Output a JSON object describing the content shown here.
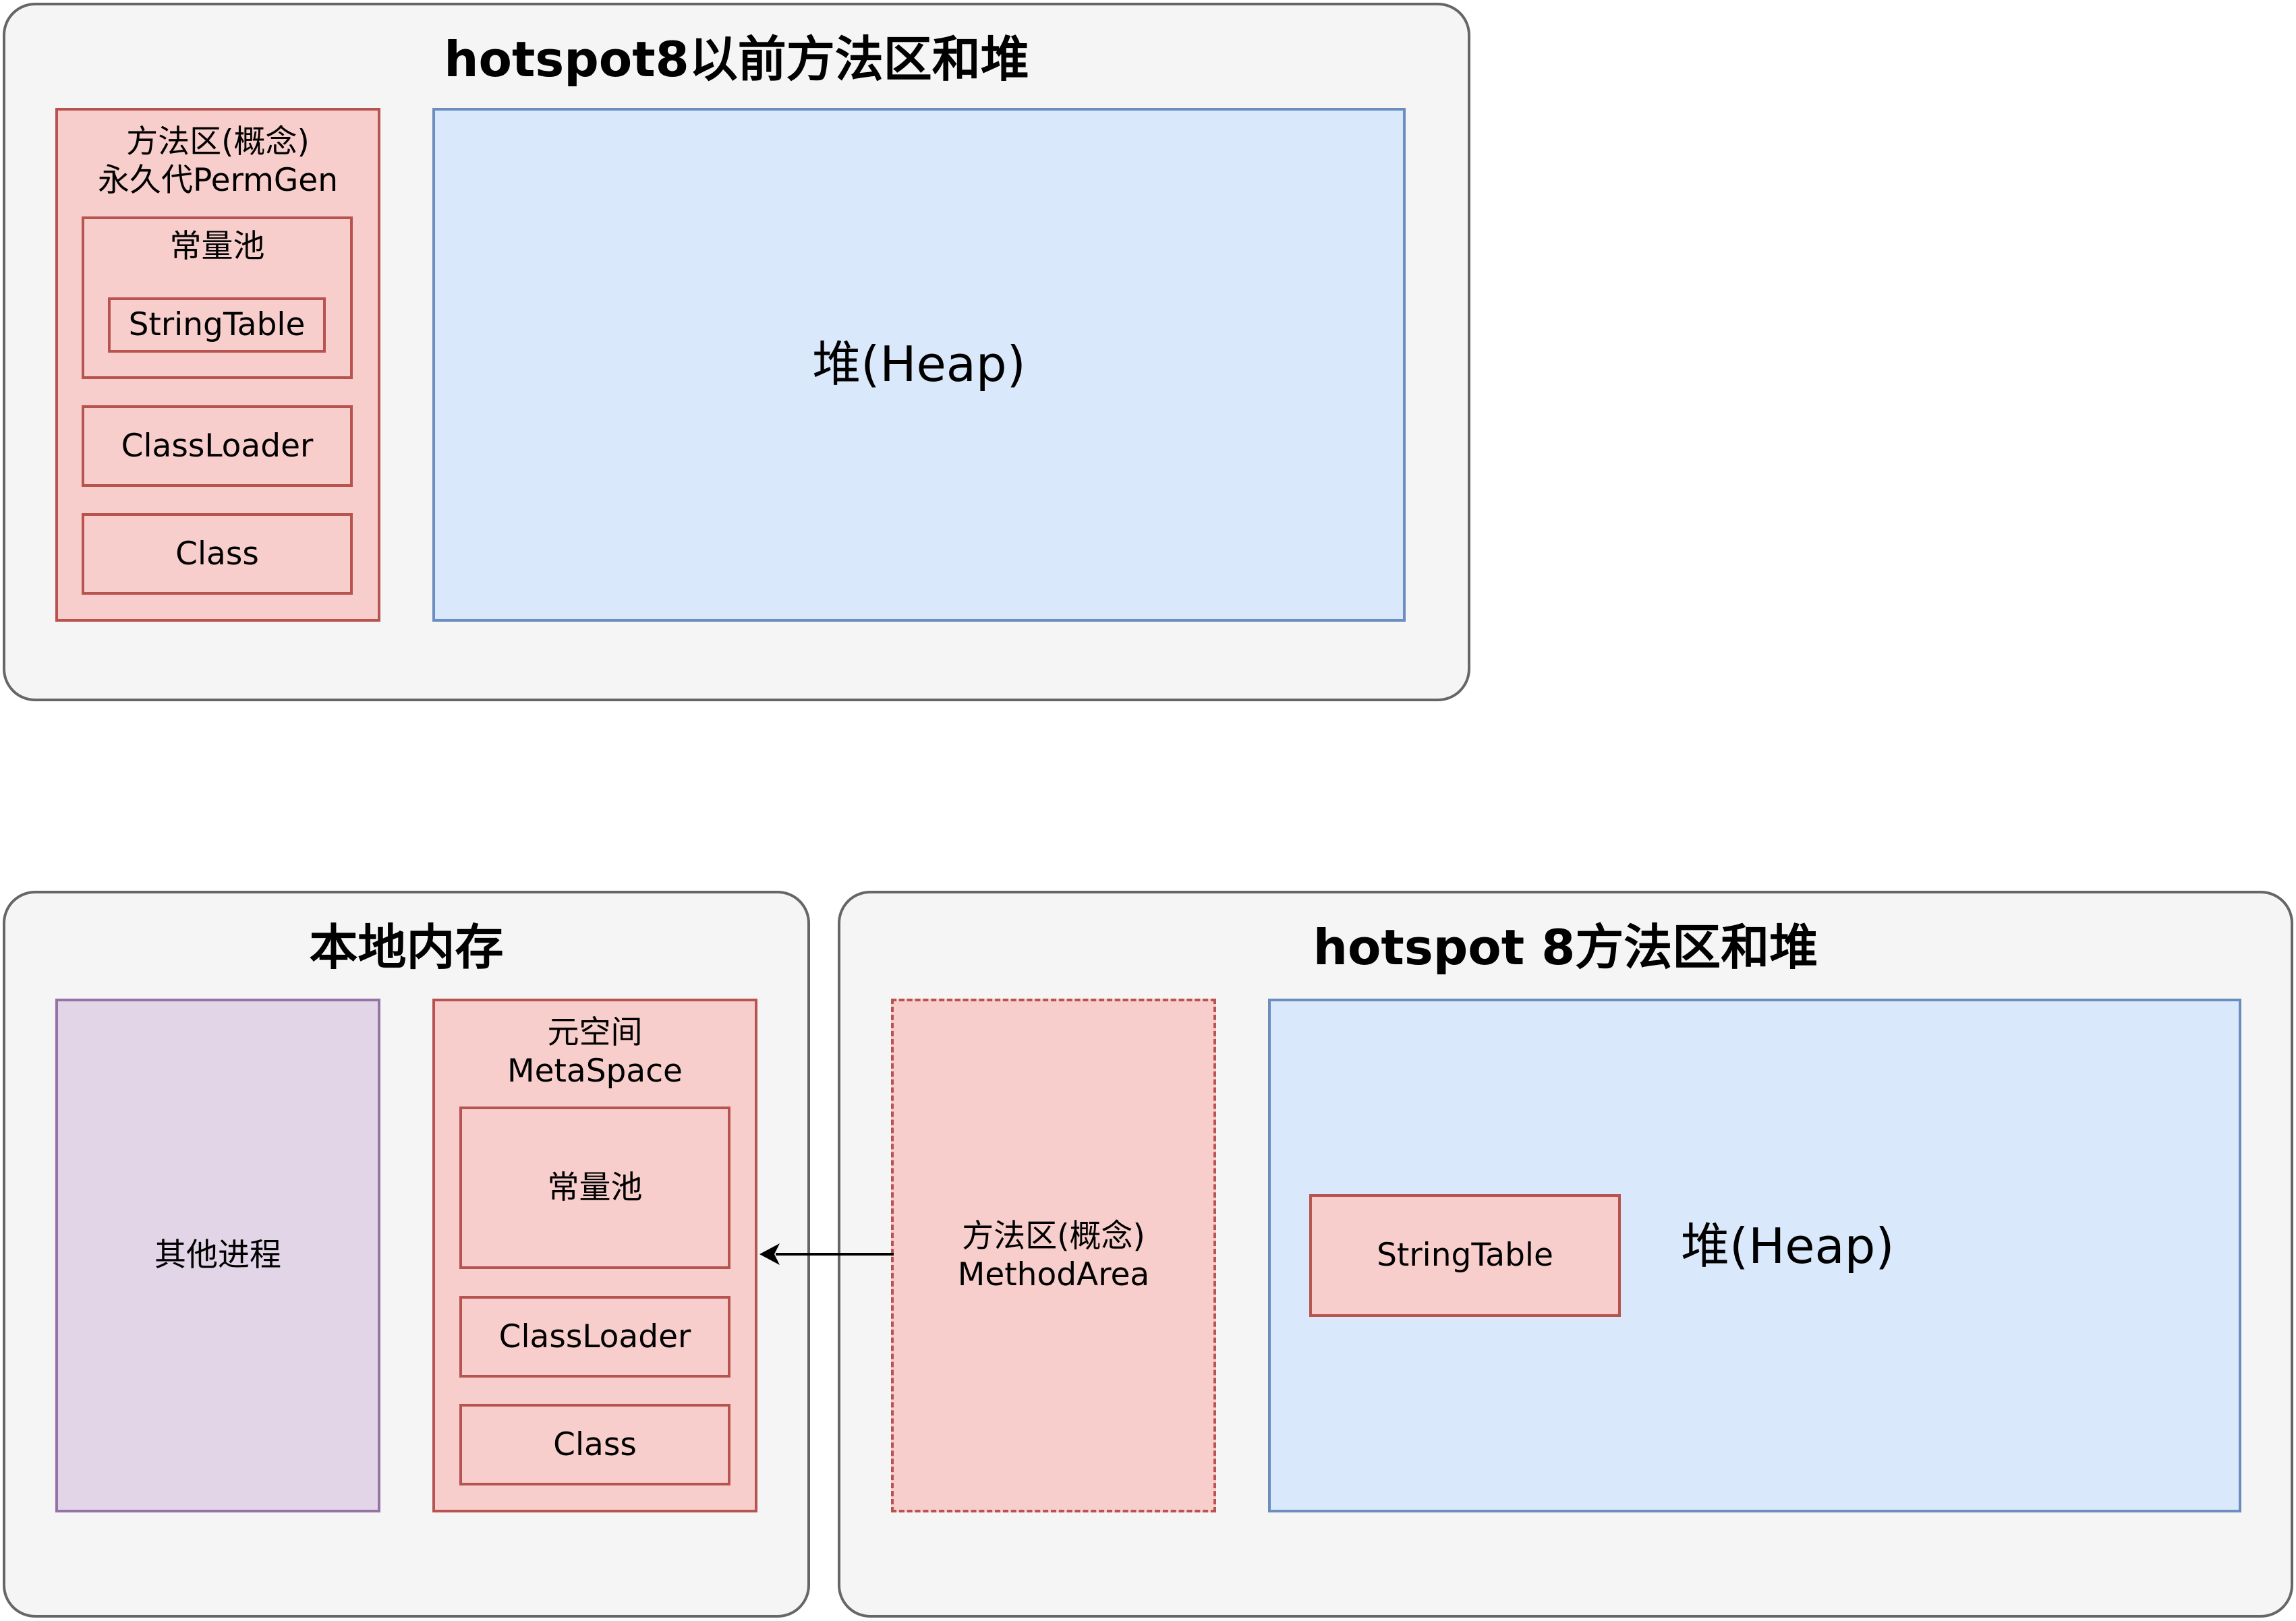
{
  "top_panel": {
    "title": "hotspot8以前方法区和堆",
    "method_area": {
      "label_line1": "方法区(概念)",
      "label_line2": "永久代PermGen",
      "constant_pool": {
        "label": "常量池",
        "string_table": "StringTable"
      },
      "class_loader": "ClassLoader",
      "class": "Class"
    },
    "heap": "堆(Heap)"
  },
  "native_panel": {
    "title": "本地内存",
    "other_process": "其他进程",
    "metaspace": {
      "label_line1": "元空间",
      "label_line2": "MetaSpace",
      "constant_pool": "常量池",
      "class_loader": "ClassLoader",
      "class": "Class"
    }
  },
  "hotspot8_panel": {
    "title": "hotspot 8方法区和堆",
    "method_area": {
      "label_line1": "方法区(概念)",
      "label_line2": "MethodArea"
    },
    "heap": {
      "label": "堆(Heap)",
      "string_table": "StringTable"
    }
  },
  "colors": {
    "panel_fill": "#f5f5f5",
    "panel_border": "#666666",
    "red_fill": "#f8cecc",
    "red_border": "#b85450",
    "blue_fill": "#dae8fc",
    "blue_border": "#6c8ebf",
    "purple_fill": "#e1d5e7",
    "purple_border": "#9673a6"
  }
}
